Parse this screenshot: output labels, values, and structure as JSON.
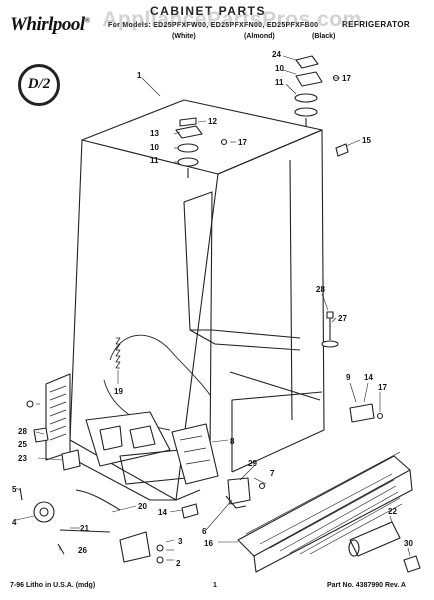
{
  "header": {
    "brand": "Whirlpool",
    "title": "CABINET PARTS",
    "models": "For Models: ED25PFXFW00, ED25PFXFN00, ED25PFXFB00",
    "colors": [
      "(White)",
      "(Almond)",
      "(Black)"
    ],
    "category": "REFRIGERATOR",
    "watermark": "AppliancePartsPros.com"
  },
  "badge": {
    "label": "D/2"
  },
  "footer": {
    "left": "7-96 Litho in U.S.A. (mdg)",
    "page": "1",
    "part_no": "Part No. 4387990 Rev. A"
  },
  "callouts": {
    "c1": "1",
    "c2": "2",
    "c3": "3",
    "c4": "4",
    "c5": "5",
    "c6": "6",
    "c7": "7",
    "c8": "8",
    "c9": "9",
    "c10a": "10",
    "c10b": "10",
    "c11a": "11",
    "c11b": "11",
    "c12": "12",
    "c13": "13",
    "c14a": "14",
    "c14b": "14",
    "c15": "15",
    "c16": "16",
    "c17a": "17",
    "c17b": "17",
    "c17c": "17",
    "c19": "19",
    "c20": "20",
    "c21": "21",
    "c22": "22",
    "c23": "23",
    "c24": "24",
    "c25": "25",
    "c26": "26",
    "c27": "27",
    "c28a": "28",
    "c28b": "28",
    "c29": "29",
    "c30": "30"
  }
}
